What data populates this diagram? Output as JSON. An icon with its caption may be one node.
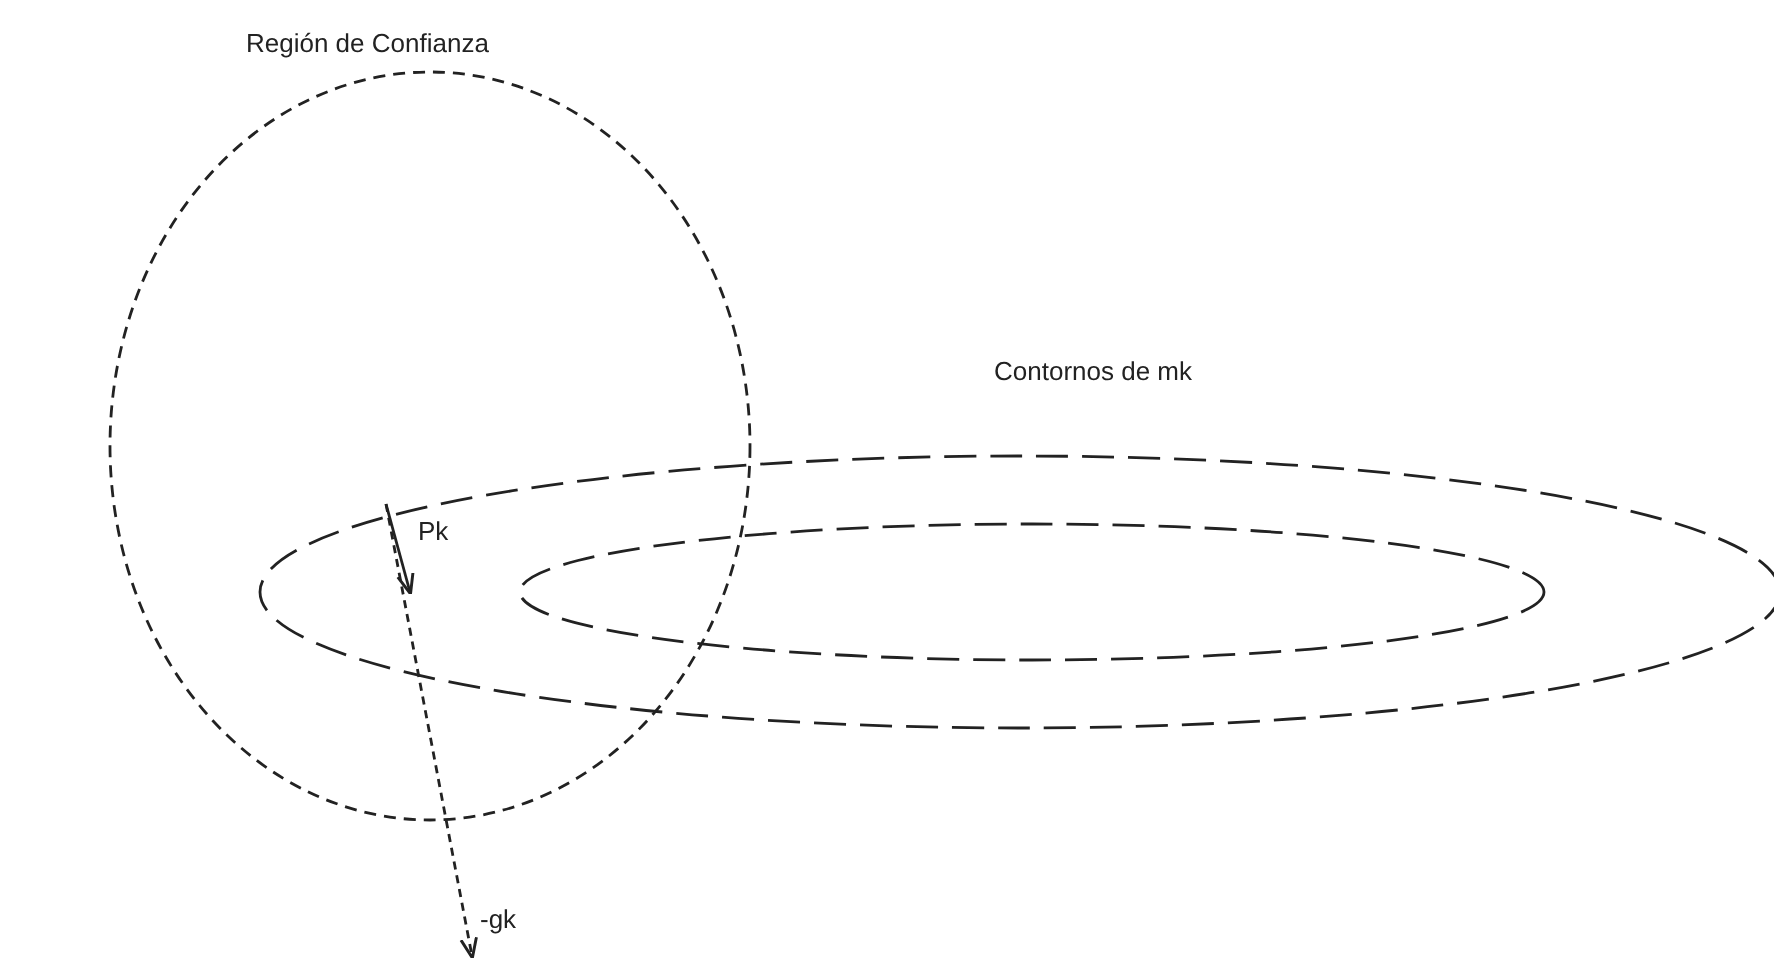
{
  "diagram": {
    "labels": [
      "Región de Confianza",
      "Contornos de mk",
      "Pk",
      "-gk"
    ]
  }
}
